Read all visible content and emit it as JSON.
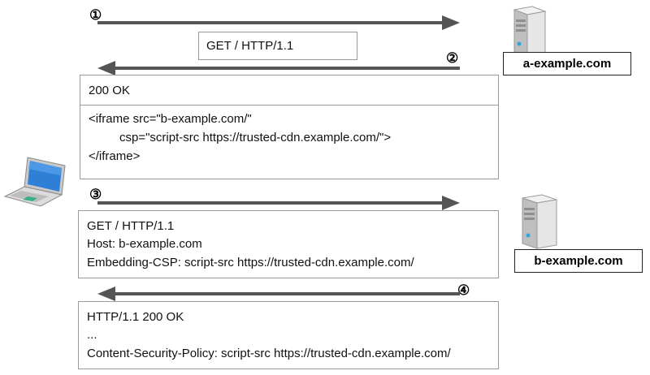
{
  "steps": {
    "step1": "①",
    "step2": "②",
    "step3": "③",
    "step4": "④"
  },
  "request1": {
    "text": "GET / HTTP/1.1"
  },
  "response1": {
    "status": "200 OK",
    "line1": "<iframe src=\"b-example.com/\"",
    "line2": "csp=\"script-src https://trusted-cdn.example.com/\">",
    "line3": "</iframe>"
  },
  "request2": {
    "line1": "GET / HTTP/1.1",
    "line2": "Host: b-example.com",
    "line3": "Embedding-CSP: script-src https://trusted-cdn.example.com/"
  },
  "response2": {
    "line1": "HTTP/1.1 200 OK",
    "line2": "...",
    "line3": "Content-Security-Policy: script-src https://trusted-cdn.example.com/"
  },
  "servers": {
    "a": "a-example.com",
    "b": "b-example.com"
  },
  "colors": {
    "arrow": "#555555",
    "box_border": "#9a9a9a",
    "server_body": "#e6e6e6",
    "laptop_screen": "#2f7fd6",
    "server_light": "#2fa8e0"
  },
  "icons": {
    "client": "laptop-icon",
    "server_a": "server-icon",
    "server_b": "server-icon"
  }
}
